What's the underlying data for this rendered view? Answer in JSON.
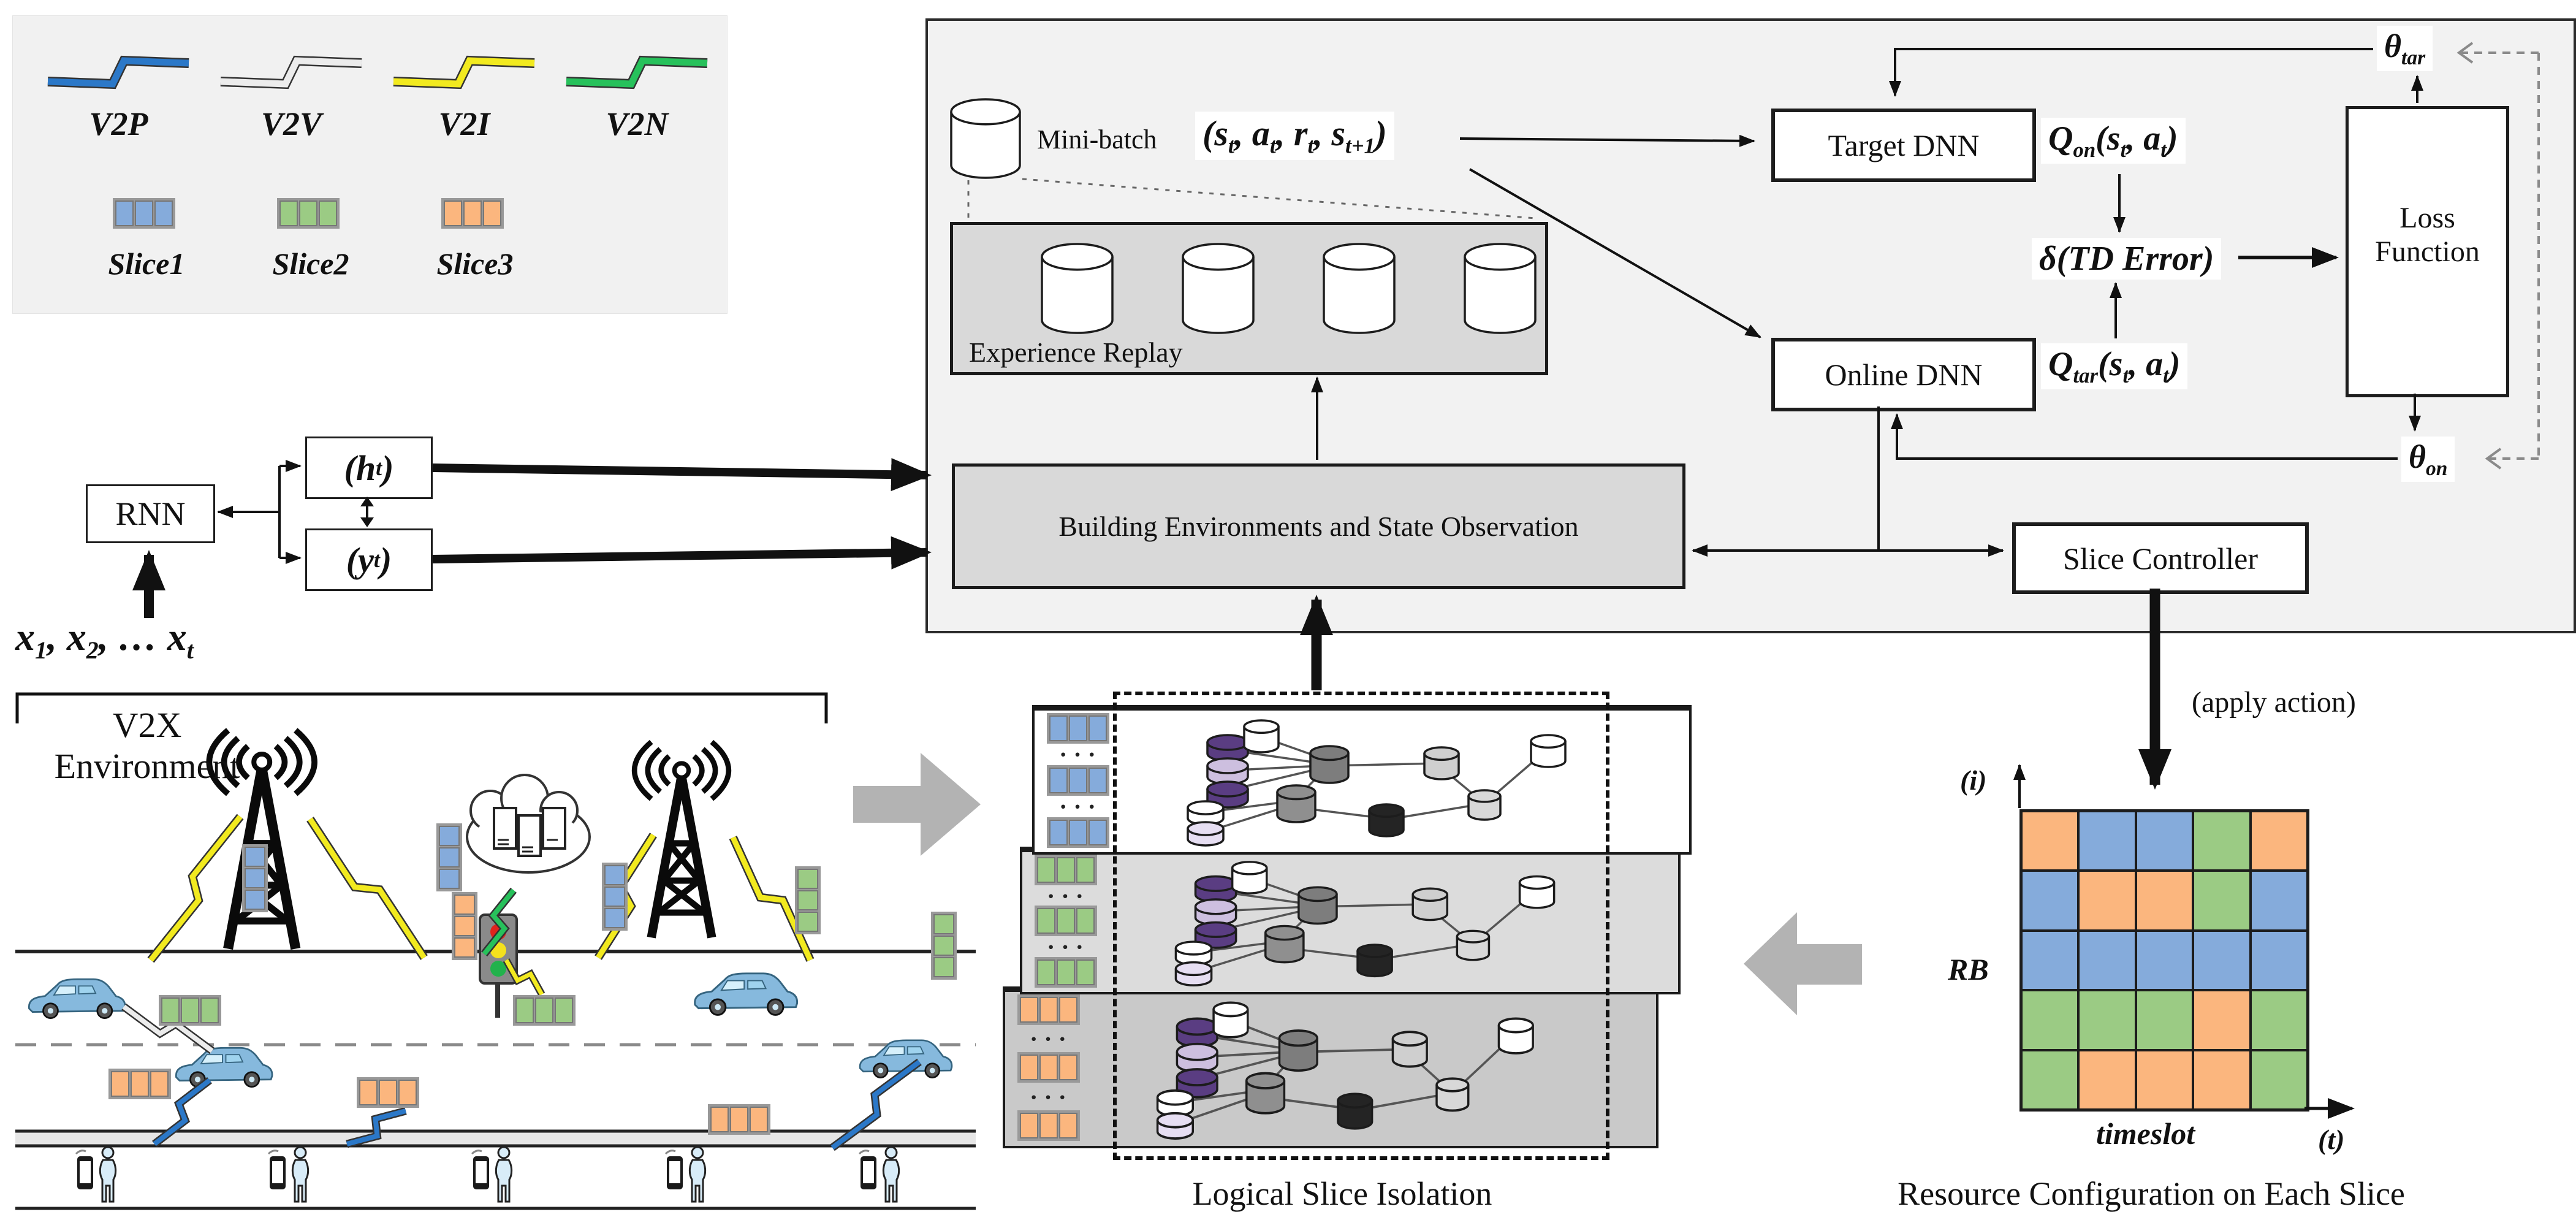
{
  "palette": {
    "v2p": "#2b78c8",
    "v2v": "#ececec",
    "v2i": "#f2ea1f",
    "v2n": "#27c15b",
    "slice1": "#85abdb",
    "slice2": "#9bcb84",
    "slice3": "#fbb67e",
    "purple_dark": "#5a3d82",
    "purple_light": "#cdbfdf",
    "panel1_bg": "#ffffff",
    "panel2_bg": "#dcdcdc",
    "panel3_bg": "#c9c9c9"
  },
  "legend": {
    "links": [
      {
        "label": "V2P",
        "color_key": "v2p"
      },
      {
        "label": "V2V",
        "color_key": "v2v"
      },
      {
        "label": "V2I",
        "color_key": "v2i"
      },
      {
        "label": "V2N",
        "color_key": "v2n"
      }
    ],
    "slices": [
      {
        "label": "Slice1",
        "color_key": "slice1"
      },
      {
        "label": "Slice2",
        "color_key": "slice2"
      },
      {
        "label": "Slice3",
        "color_key": "slice3"
      }
    ]
  },
  "rnn": {
    "title": "RNN",
    "hidden_state": "(h_{t})",
    "output": "(y_{t})",
    "input_sequence": "x_{1}, x_{2}, … x_{t}"
  },
  "drl": {
    "mini_batch": "Mini-batch",
    "experience_tuple": "(s_{t}, a_{t}, r_{t}, s_{t+1})",
    "experience_replay": "Experience Replay",
    "building_env": "Building Environments and State Observation",
    "target_dnn": "Target DNN",
    "online_dnn": "Online DNN",
    "q_online": "Q_{on}(s_{t}, a_{t})",
    "q_target": "Q_{tar}(s_{t}, a_{t})",
    "td_error": "δ(TD Error)",
    "loss_function": "Loss Function",
    "slice_controller": "Slice Controller",
    "theta_target": "θ_{tar}",
    "theta_online": "θ_{on}",
    "apply_action": "(apply action)"
  },
  "v2x": {
    "title": "V2X Environment"
  },
  "slice_isolation": {
    "caption": "Logical Slice Isolation",
    "panels": [
      {
        "slice": "Slice1",
        "color_key": "slice1",
        "bg_key": "panel1_bg"
      },
      {
        "slice": "Slice2",
        "color_key": "slice2",
        "bg_key": "panel2_bg"
      },
      {
        "slice": "Slice3",
        "color_key": "slice3",
        "bg_key": "panel3_bg"
      }
    ]
  },
  "resource_grid": {
    "caption": "Resource Configuration on Each Slice",
    "x_axis_label": "timeslot",
    "x_axis_symbol": "(t)",
    "y_axis_symbol": "(i)",
    "y_axis_label": "RB",
    "rows": 5,
    "columns": 5,
    "cells": [
      [
        "slice3",
        "slice1",
        "slice1",
        "slice2",
        "slice3"
      ],
      [
        "slice1",
        "slice3",
        "slice3",
        "slice2",
        "slice1"
      ],
      [
        "slice1",
        "slice1",
        "slice1",
        "slice1",
        "slice1"
      ],
      [
        "slice2",
        "slice2",
        "slice2",
        "slice3",
        "slice2"
      ],
      [
        "slice2",
        "slice3",
        "slice3",
        "slice3",
        "slice2"
      ]
    ]
  }
}
